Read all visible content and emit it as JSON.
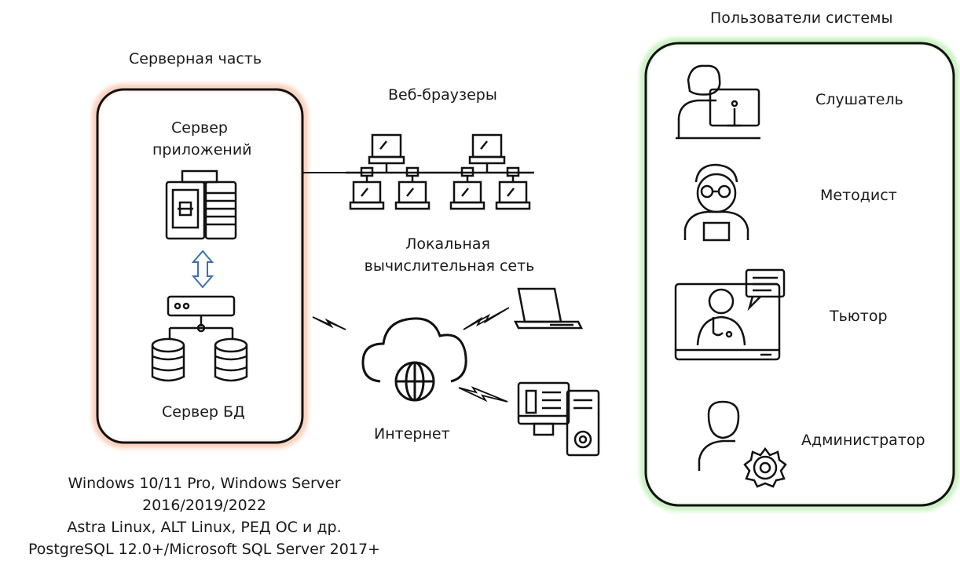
{
  "server_section": {
    "title": "Серверная часть",
    "app_server_lines": [
      "Сервер",
      "приложений"
    ],
    "db_server_label": "Сервер БД"
  },
  "network": {
    "browsers_label": "Веб-браузеры",
    "lan_lines": [
      "Локальная",
      "вычислительная сеть"
    ],
    "internet_label": "Интернет"
  },
  "users_section": {
    "title": "Пользователи системы",
    "roles": [
      {
        "label": "Слушатель",
        "icon": "student-at-monitor-icon"
      },
      {
        "label": "Методист",
        "icon": "methodist-with-glasses-icon"
      },
      {
        "label": "Тьютор",
        "icon": "tutor-video-call-icon"
      },
      {
        "label": "Администратор",
        "icon": "admin-with-gear-icon"
      }
    ]
  },
  "platform_notes": [
    "Windows 10/11 Pro, Windows Server",
    "2016/2019/2022",
    "Astra Linux, ALT Linux, РЕД ОС и др.",
    "PostgreSQL 12.0+/Microsoft SQL Server 2017+"
  ],
  "colors": {
    "server_border": "#000000",
    "server_glow": "#f6a27a",
    "users_border": "#000000",
    "users_glow": "#9ee68f",
    "arrow_stroke": "#3d6fb0"
  }
}
